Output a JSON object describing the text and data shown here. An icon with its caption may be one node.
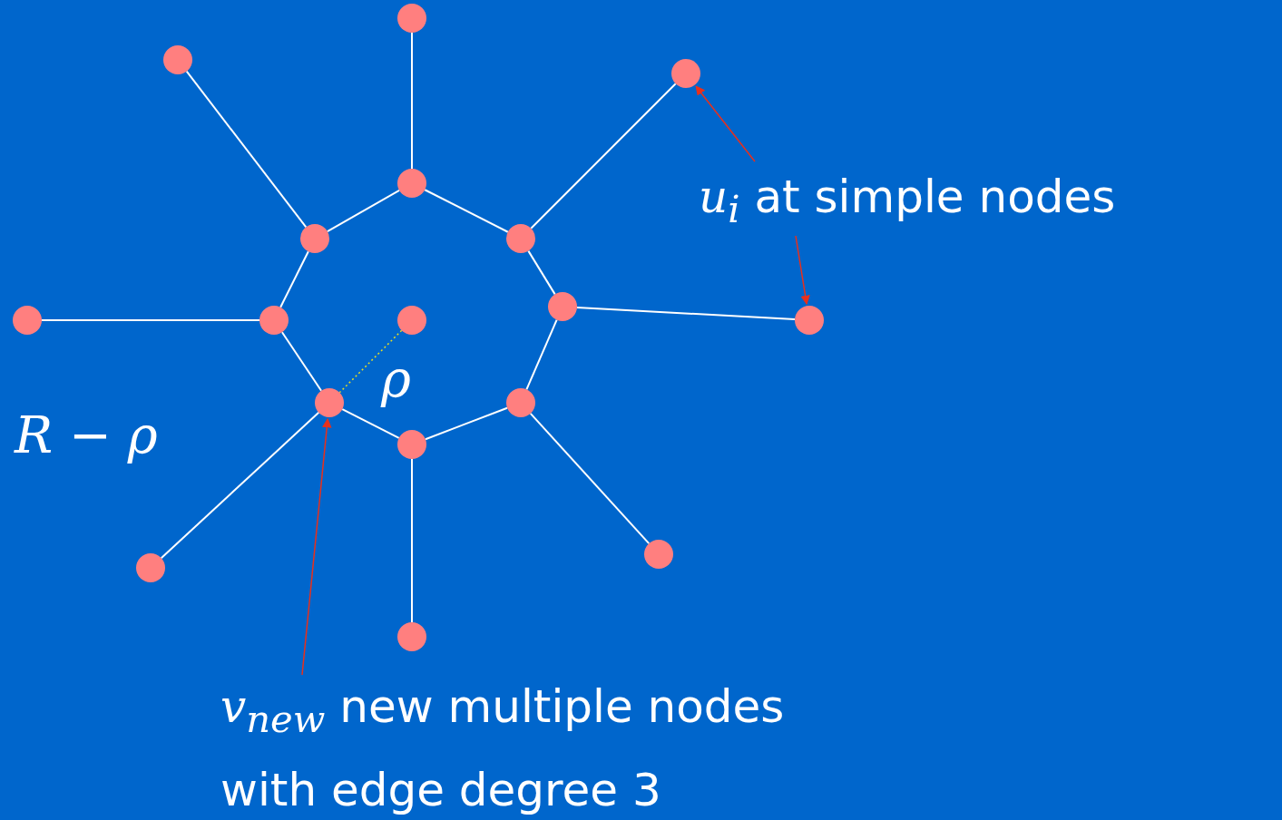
{
  "diagram": {
    "nodes": [
      {
        "text": [],
        "shape": "circle"
      },
      {
        "text": [],
        "shape": "circle"
      },
      {
        "text": [],
        "shape": "circle"
      },
      {
        "text": [],
        "shape": "circle"
      },
      {
        "text": [],
        "shape": "circle"
      },
      {
        "text": [],
        "shape": "circle"
      },
      {
        "text": [],
        "shape": "circle"
      },
      {
        "text": [],
        "shape": "circle"
      },
      {
        "text": [],
        "shape": "circle"
      },
      {
        "text": [],
        "shape": "circle"
      },
      {
        "text": [],
        "shape": "circle"
      },
      {
        "text": [],
        "shape": "circle"
      },
      {
        "text": [],
        "shape": "circle"
      },
      {
        "text": [],
        "shape": "circle"
      },
      {
        "text": [],
        "shape": "circle"
      },
      {
        "text": [],
        "shape": "circle"
      },
      {
        "text": [],
        "shape": "circle"
      },
      {
        "text": [
          "*u*$_{i}$ at simple nodes"
        ]
      },
      {
        "text": [
          "*v*$_{new}$ new multiple nodes with edge degree 3"
        ]
      }
    ],
    "edges": [
      {
        "from": 0,
        "to": 3,
        "arrow": "none"
      },
      {
        "from": 1,
        "to": 4,
        "arrow": "none"
      },
      {
        "from": 2,
        "to": 5,
        "arrow": "none"
      },
      {
        "from": 7,
        "to": 8,
        "arrow": "none"
      },
      {
        "from": 10,
        "to": 6,
        "arrow": "none"
      },
      {
        "from": 14,
        "to": 11,
        "arrow": "none"
      },
      {
        "from": 16,
        "to": 13,
        "arrow": "none"
      },
      {
        "from": 15,
        "to": 12,
        "arrow": "none"
      },
      {
        "from": 3,
        "to": 5,
        "arrow": "none"
      },
      {
        "from": 5,
        "to": 6,
        "arrow": "none"
      },
      {
        "from": 6,
        "to": 11,
        "arrow": "none"
      },
      {
        "from": 11,
        "to": 13,
        "arrow": "none"
      },
      {
        "from": 13,
        "to": 12,
        "arrow": "none"
      },
      {
        "from": 12,
        "to": 8,
        "arrow": "none"
      },
      {
        "from": 8,
        "to": 4,
        "arrow": "none"
      },
      {
        "from": 4,
        "to": 3,
        "arrow": "none"
      },
      {
        "from": 17,
        "to": 2,
        "arrow": "to",
        "color": "#e8301c"
      },
      {
        "from": 17,
        "to": 10,
        "arrow": "to",
        "color": "#e8301c"
      },
      {
        "from": 18,
        "to": 12,
        "arrow": "to",
        "color": "#e8301c"
      }
    ],
    "labels": [
      "ρ",
      "R − ρ"
    ]
  }
}
